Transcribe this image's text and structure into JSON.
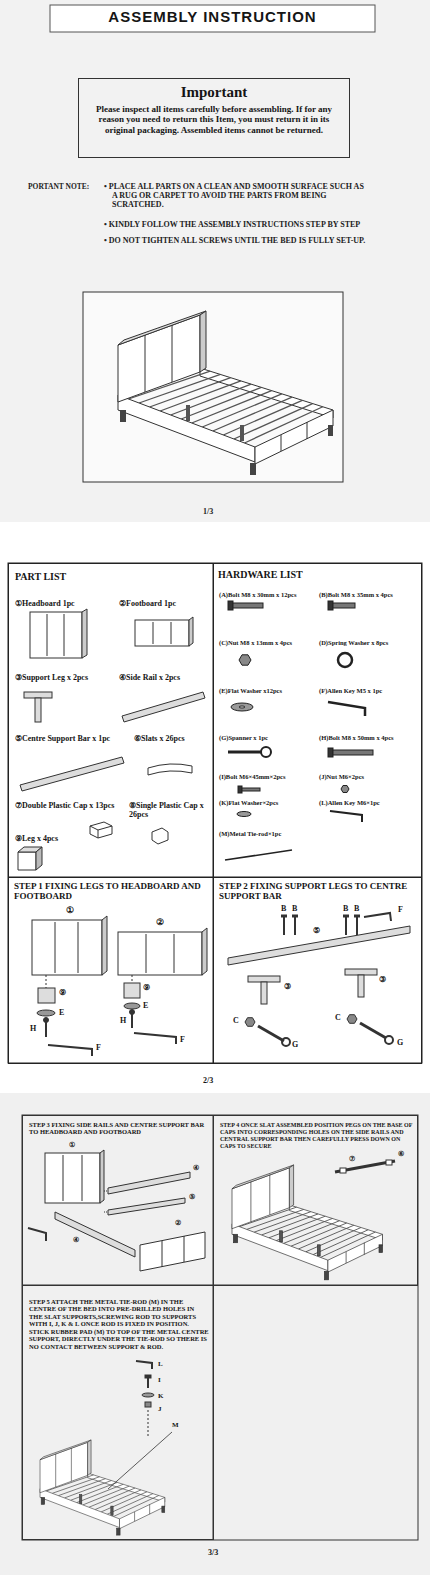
{
  "diagram": {
    "title": "ASSEMBLY INSTRUCTION",
    "nodes": [
      {
        "text": [
          "Important",
          "Please inspect all items carefully before assembling. If for any reason you need to return this Item, you must return it in its original packaging. Assembled items cannot be returned."
        ]
      },
      {
        "text": [
          "PART LIST",
          "①Headboard 1pc",
          "②Footboard 1pc",
          "③Support Leg x 2pcs",
          "④Side Rail x 2pcs",
          "⑤Centre Support Bar x 1pc",
          "⑥Slats x 26pcs",
          "⑦Double Plastic Cap x 13pcs",
          "⑧Single Plastic Cap x 26pcs",
          "⑨Leg x 4pcs"
        ]
      },
      {
        "text": [
          "HARDWARE LIST",
          "(A)Bolt M8 x 30mm x 12pcs",
          "(B)Bolt M8 x 35mm x 4pcs",
          "(C)Nut M8 x 13mm x 4pcs",
          "(D)Spring Washer x 8pcs",
          "(E)Flat Washer x12pcs",
          "(F)Allen Key M5 x 1pc",
          "(G)Spanner x 1pc",
          "(H)Bolt M8 x 50mm x 4pcs",
          "(I)Bolt M6×45mm×2pcs",
          "(J)Nut M6×2pcs",
          "(K)Flat Washer×2pcs",
          "(L)Allen Key M6×1pc",
          "(M)Metal Tie-rod×1pc"
        ]
      },
      {
        "text": [
          "STEP 1 FIXING LEGS TO HEADBOARD AND FOOTBOARD"
        ]
      },
      {
        "text": [
          "STEP 2 FIXING SUPPORT LEGS TO CENTRE SUPPORT BAR"
        ]
      },
      {
        "text": [
          "STEP 3 FIXING SIDE RAILS AND CENTRE SUPPORT BAR TO HEADBOARD AND FOOTBOARD"
        ]
      },
      {
        "text": [
          "STEP 4 ONCE SLAT ASSEMBLED POSITION PEGS ON THE BASE OF CAPS INTO CORRESPONDING HOLES ON THE SIDE RAILS AND CENTRAL SUPPORT BAR THEN CAREFULLY PRESS DOWN ON CAPS TO SECURE"
        ]
      },
      {
        "text": [
          "STEP 5 ATTACH THE METAL TIE-ROD (M) IN THE CENTRE OF THE BED INTO PRE-DRILLED HOLES IN THE SLAT SUPPORTS,SCREWING ROD TO SUPPORTS WITH I, J, K & L ONCE ROD IS FIXED IN POSITION. STICK RUBBER PAD (M) TO TOP OF THE METAL CENTRE SUPPORT, DIRECTLY UNDER THE TIE-ROD SO THERE IS NO CONTACT BETWEEN SUPPORT & ROD."
        ]
      }
    ],
    "labels": [
      "PORTANT NOTE:",
      "• PLACE ALL PARTS ON A CLEAN AND SMOOTH SURFACE SUCH AS A RUG OR CARPET TO AVOID THE PARTS FROM BEING SCRATCHED.",
      "• KINDLY FOLLOW THE ASSEMBLY INSTRUCTIONS STEP BY STEP",
      "• DO NOT TIGHTEN ALL SCREWS UNTIL THE BED IS FULLY SET-UP.",
      "1/3",
      "①",
      "②",
      "⑨",
      "E",
      "H",
      "F",
      "⑨",
      "E",
      "H",
      "F",
      "B",
      "B",
      "B",
      "B",
      "F",
      "⑤",
      "③",
      "C",
      "G",
      "③",
      "C",
      "G",
      "2/3",
      "①",
      "④",
      "⑤",
      "④",
      "②",
      "⑦",
      "⑥",
      "L",
      "I",
      "K",
      "J",
      "M",
      "3/3"
    ]
  }
}
